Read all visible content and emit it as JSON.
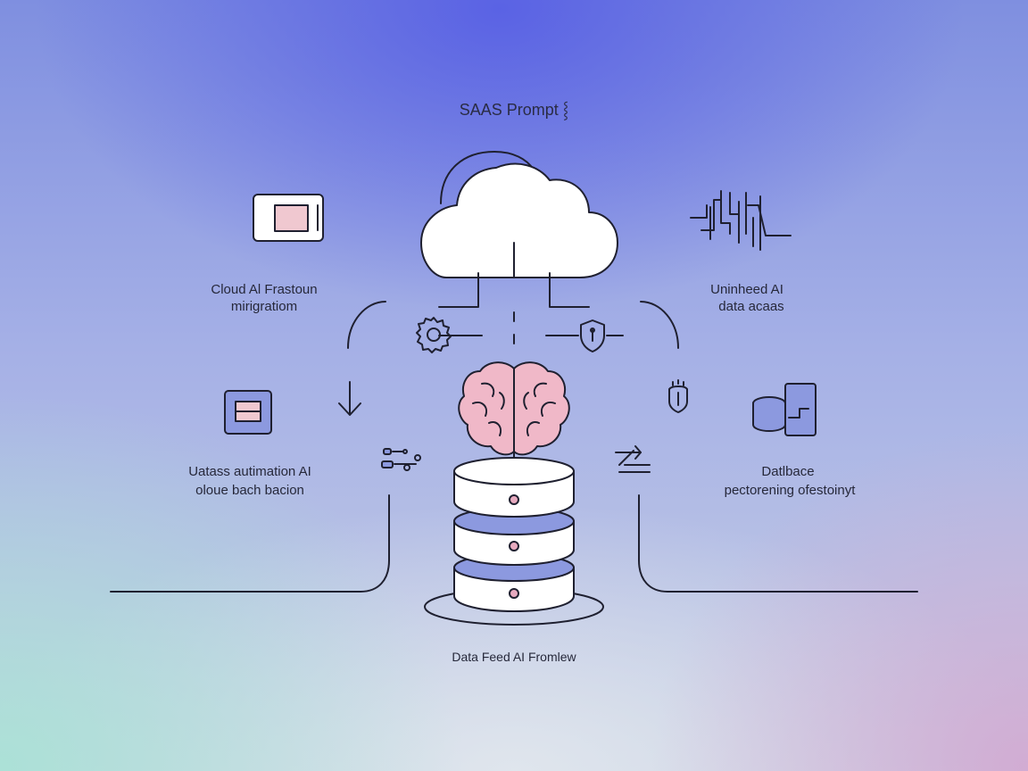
{
  "title": "SAAS Prompt ⸾",
  "labels": {
    "top_left": [
      "Cloud Al Frastoun",
      "mirigratiom"
    ],
    "top_right": [
      "Uninheed AI",
      "data acaas"
    ],
    "bottom_left": [
      "Uatass autimation AI",
      "oloue bach bacion"
    ],
    "bottom_right": [
      "Datlbace",
      "pectorening ofestoinyt"
    ],
    "bottom_center": "Data Feed AI Fromlew"
  },
  "icons": [
    "cloud-icon",
    "window-icon",
    "circuit-icon",
    "gear-icon",
    "shield-icon",
    "brain-icon",
    "database-stack-icon",
    "form-icon",
    "bulb-icon",
    "server-icon",
    "flow-icon",
    "transfer-icon",
    "arrow-down-icon"
  ],
  "colors": {
    "stroke": "#1f2030",
    "brain": "#f0b8c8",
    "disk_blue": "#8c99df",
    "disk_white": "#ffffff",
    "dot": "#e7aabf",
    "window_fill": "#f0c8d0",
    "form_fill": "#8c99df"
  }
}
